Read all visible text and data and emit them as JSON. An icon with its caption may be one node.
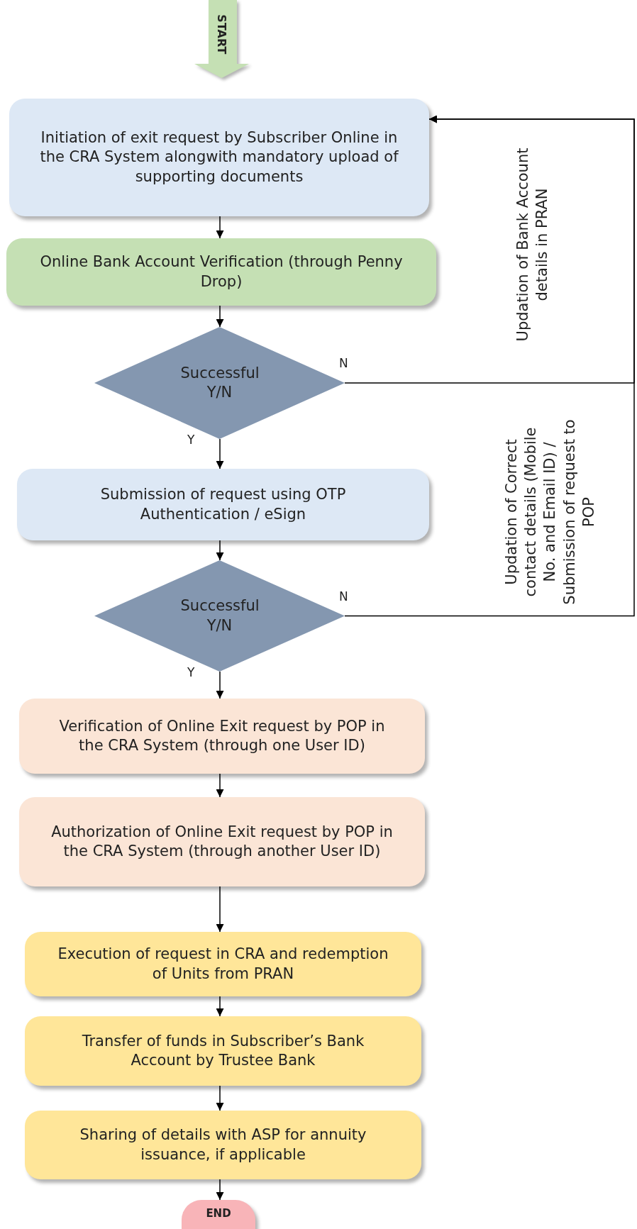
{
  "diagram": {
    "nodes": [
      {
        "text": [
          "START"
        ]
      },
      {
        "text": [
          "Initiation of exit request by Subscriber Online in the CRA System alongwith mandatory upload of supporting documents"
        ]
      },
      {
        "text": [
          "Online Bank Account Verification (through Penny Drop)"
        ]
      },
      {
        "text": [
          "Successful Y/N"
        ]
      },
      {
        "text": [
          "Submission of request using OTP Authentication / eSign"
        ]
      },
      {
        "text": [
          "Successful Y/N"
        ]
      },
      {
        "text": [
          "Verification of Online Exit request by POP in the CRA System (through one User ID)"
        ]
      },
      {
        "text": [
          "Authorization of Online Exit request by POP in the CRA System (through another User ID)"
        ]
      },
      {
        "text": [
          "Execution of request in CRA and redemption of Units from PRAN"
        ]
      },
      {
        "text": [
          "Transfer of funds in Subscriber’s Bank Account by Trustee Bank"
        ]
      },
      {
        "text": [
          "Sharing of details with ASP for annuity issuance, if applicable"
        ]
      },
      {
        "text": [
          "END"
        ]
      }
    ],
    "edges": [
      {
        "from": 1,
        "to": 2,
        "arrow": "to"
      },
      {
        "from": 2,
        "to": 3,
        "arrow": "to"
      },
      {
        "from": 3,
        "to": 4,
        "label": "Y",
        "arrow": "to"
      },
      {
        "from": 4,
        "to": 5,
        "arrow": "to"
      },
      {
        "from": 5,
        "to": 6,
        "label": "Y",
        "arrow": "to"
      },
      {
        "from": 6,
        "to": 7,
        "arrow": "to"
      },
      {
        "from": 7,
        "to": 8,
        "arrow": "to"
      },
      {
        "from": 8,
        "to": 9,
        "arrow": "to"
      },
      {
        "from": 9,
        "to": 10,
        "arrow": "to"
      },
      {
        "from": 10,
        "to": 11,
        "arrow": "to"
      },
      {
        "from": 3,
        "to": 1,
        "label": "N",
        "arrow": "to"
      },
      {
        "from": 5,
        "to": 1,
        "label": "N",
        "arrow": "to"
      }
    ],
    "labels": [
      "Updation of Bank Account details in PRAN",
      "Updation of Correct contact details (Mobile No. and Email ID) / Submission of request to POP"
    ]
  }
}
